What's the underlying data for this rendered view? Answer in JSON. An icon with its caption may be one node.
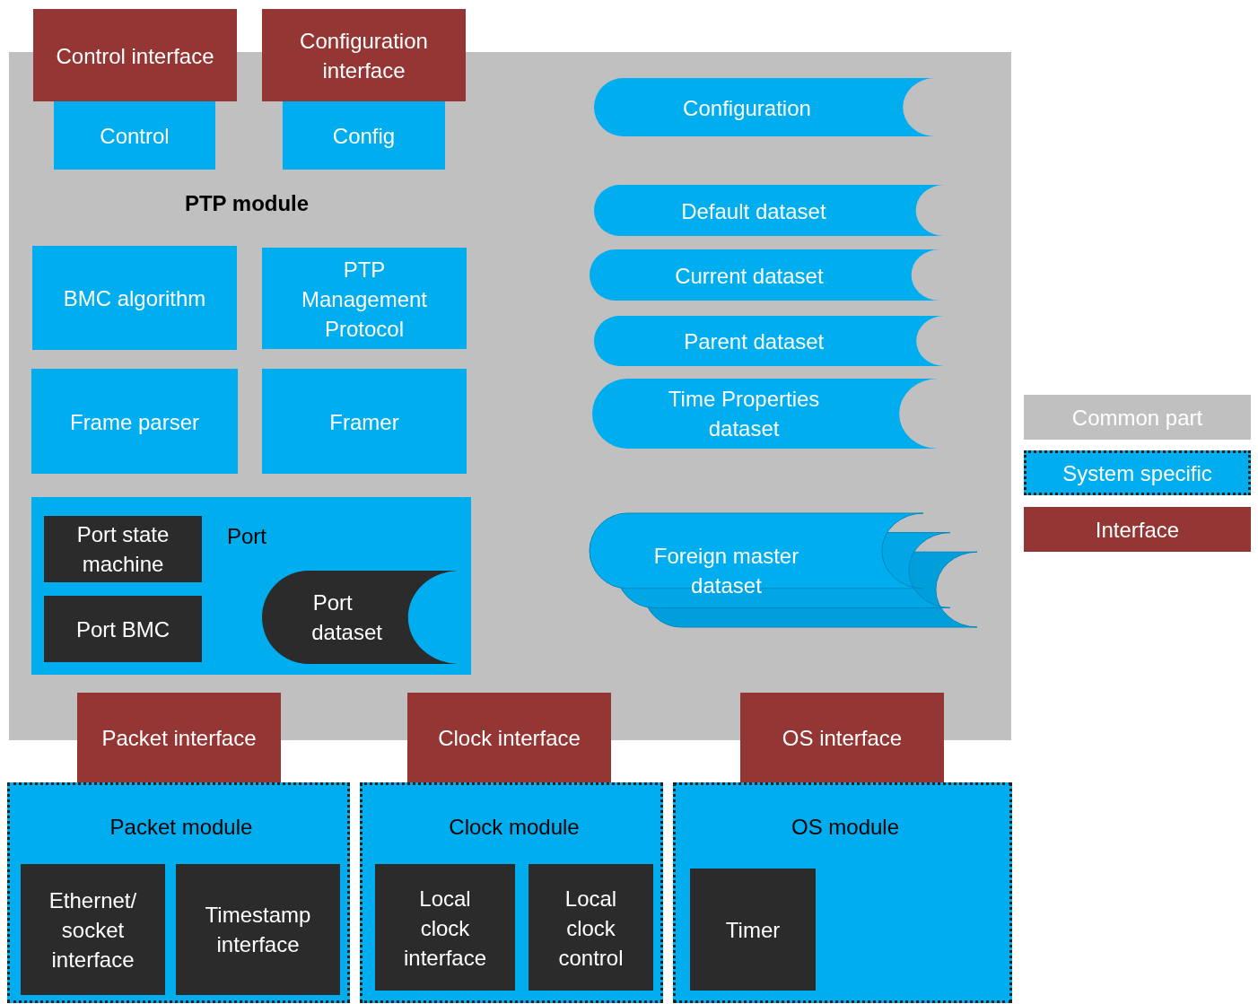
{
  "diagram": {
    "nodes": [
      {
        "text": [
          "PTP module"
        ]
      },
      {
        "text": [
          "Control interface"
        ]
      },
      {
        "text": [
          "Control"
        ],
        "in": 0
      },
      {
        "text": [
          "Configuration interface"
        ]
      },
      {
        "text": [
          "Config"
        ],
        "in": 0
      },
      {
        "text": [
          "Configuration"
        ],
        "in": 0
      },
      {
        "text": [
          "BMC algorithm"
        ],
        "in": 0
      },
      {
        "text": [
          "PTP Management Protocol"
        ],
        "in": 0
      },
      {
        "text": [
          "Default dataset"
        ],
        "in": 0
      },
      {
        "text": [
          "Current dataset"
        ],
        "in": 0
      },
      {
        "text": [
          "Parent dataset"
        ],
        "in": 0
      },
      {
        "text": [
          "Time Properties dataset"
        ],
        "in": 0
      },
      {
        "text": [
          "Frame parser"
        ],
        "in": 0
      },
      {
        "text": [
          "Framer"
        ],
        "in": 0
      },
      {
        "text": [
          "Port"
        ],
        "in": 0
      },
      {
        "text": [
          "Port state machine"
        ],
        "in": 14
      },
      {
        "text": [
          "Port BMC"
        ],
        "in": 14
      },
      {
        "text": [
          "Port dataset"
        ],
        "in": 14
      },
      {
        "text": [
          "Foreign master dataset"
        ],
        "in": 0
      },
      {
        "text": [
          "Packet interface"
        ]
      },
      {
        "text": [
          "Packet module"
        ]
      },
      {
        "text": [
          "Ethernet/ socket interface"
        ],
        "in": 20
      },
      {
        "text": [
          "Timestamp interface"
        ],
        "in": 20
      },
      {
        "text": [
          "Clock interface"
        ]
      },
      {
        "text": [
          "Clock module"
        ]
      },
      {
        "text": [
          "Local clock interface"
        ],
        "in": 24
      },
      {
        "text": [
          "Local clock control"
        ],
        "in": 24
      },
      {
        "text": [
          "OS interface"
        ]
      },
      {
        "text": [
          "OS module"
        ]
      },
      {
        "text": [
          "Timer"
        ],
        "in": 28
      }
    ],
    "legend": [
      {
        "text": "Common part",
        "color": "#c0c0c0"
      },
      {
        "text": "System specific",
        "color": "#00adef"
      },
      {
        "text": "Interface",
        "color": "#943634"
      }
    ]
  }
}
